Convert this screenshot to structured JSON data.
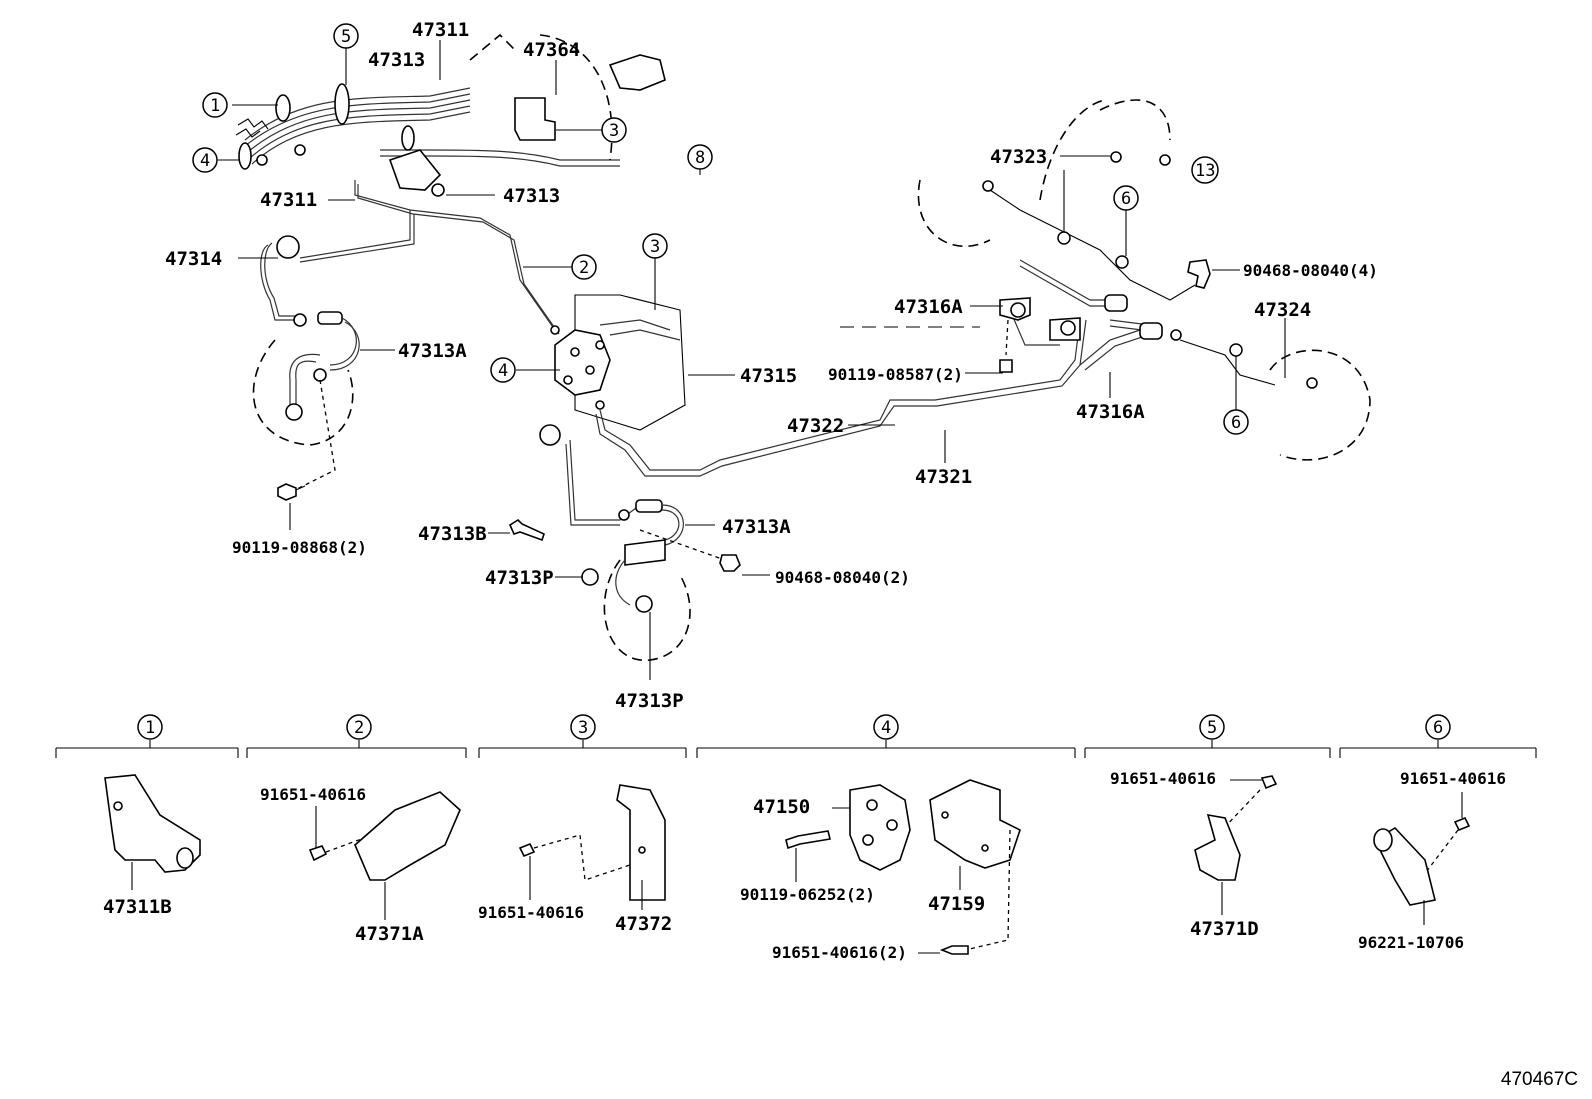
{
  "diagram_code": "470467C",
  "part_labels": {
    "p47311_top": "47311",
    "p47313_top": "47313",
    "p47364": "47364",
    "p47311_left": "47311",
    "p47313_mid": "47313",
    "p47314": "47314",
    "p47313A_left": "47313A",
    "p47315": "47315",
    "p90119_08868": "90119-08868(2)",
    "p47313B": "47313B",
    "p47313P_left": "47313P",
    "p47313A_mid": "47313A",
    "p90468_08040_2": "90468-08040(2)",
    "p47313P_bottom": "47313P",
    "p47322": "47322",
    "p47321": "47321",
    "p47323": "47323",
    "p90468_08040_4": "90468-08040(4)",
    "p47316A_top": "47316A",
    "p90119_08587": "90119-08587(2)",
    "p47316A_bottom": "47316A",
    "p47324": "47324"
  },
  "callouts": {
    "c1": "1",
    "c2": "2",
    "c3": "3",
    "c4": "4",
    "c5": "5",
    "c6": "6",
    "c8": "8",
    "c13": "13"
  },
  "groups": [
    {
      "num": "1",
      "parts": [
        "47311B"
      ]
    },
    {
      "num": "2",
      "parts": [
        "91651-40616",
        "47371A"
      ]
    },
    {
      "num": "3",
      "parts": [
        "91651-40616",
        "47372"
      ]
    },
    {
      "num": "4",
      "parts": [
        "47150",
        "90119-06252(2)",
        "47159",
        "91651-40616(2)"
      ]
    },
    {
      "num": "5",
      "parts": [
        "91651-40616",
        "47371D"
      ]
    },
    {
      "num": "6",
      "parts": [
        "91651-40616",
        "96221-10706"
      ]
    }
  ]
}
